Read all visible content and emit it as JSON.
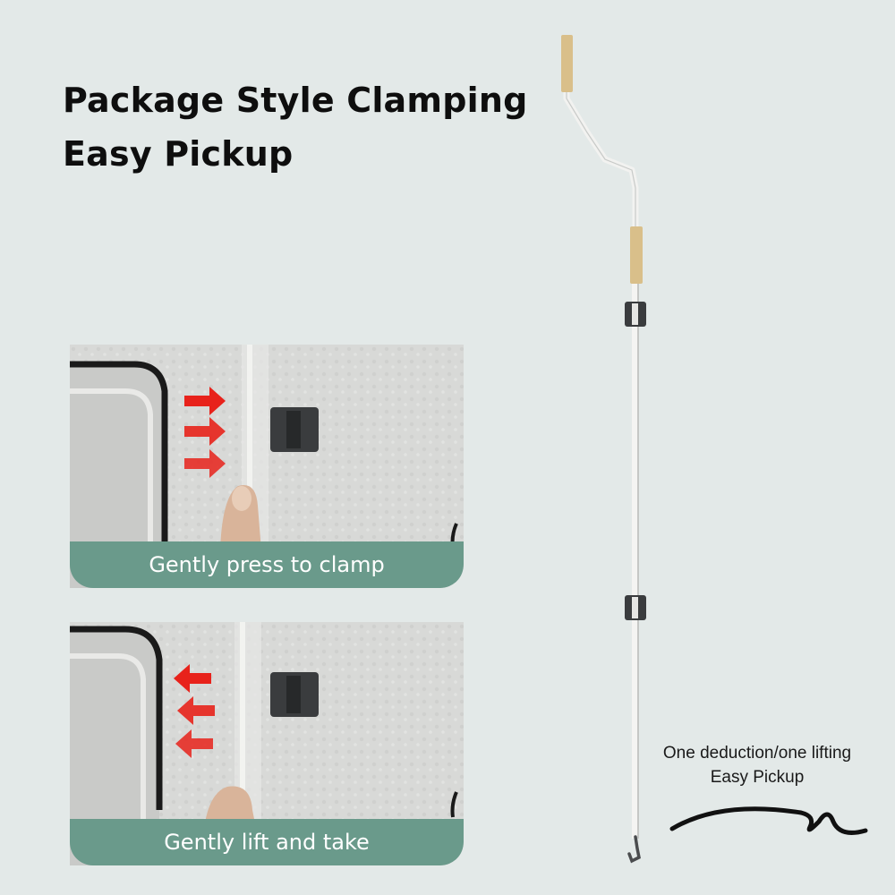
{
  "headline": {
    "line1": "Package Style Clamping",
    "line2": "Easy Pickup"
  },
  "panels": [
    {
      "caption": "Gently press to clamp",
      "arrow_direction": "right"
    },
    {
      "caption": "Gently lift and take",
      "arrow_direction": "left"
    }
  ],
  "side_note": {
    "line1": "One deduction/one lifting",
    "line2": "Easy Pickup"
  },
  "colors": {
    "background": "#e3e9e8",
    "caption_bar": "#6a9a8b",
    "arrow": "#e8221b",
    "wood_handle": "#d9bf8a",
    "clip": "#3a3c3e"
  }
}
